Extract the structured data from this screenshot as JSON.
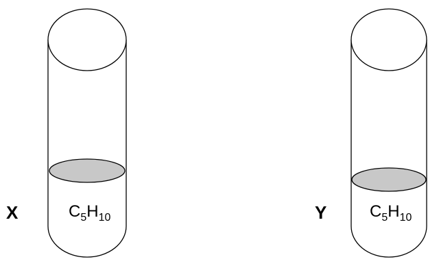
{
  "tubes": [
    {
      "label": "X",
      "contents": {
        "element1": "C",
        "count1": "5",
        "element2": "H",
        "count2": "10"
      },
      "liquid_color": "#c8c8c8"
    },
    {
      "label": "Y",
      "contents": {
        "element1": "C",
        "count1": "5",
        "element2": "H",
        "count2": "10"
      },
      "liquid_color": "#c8c8c8"
    }
  ],
  "outline_color": "#000000"
}
